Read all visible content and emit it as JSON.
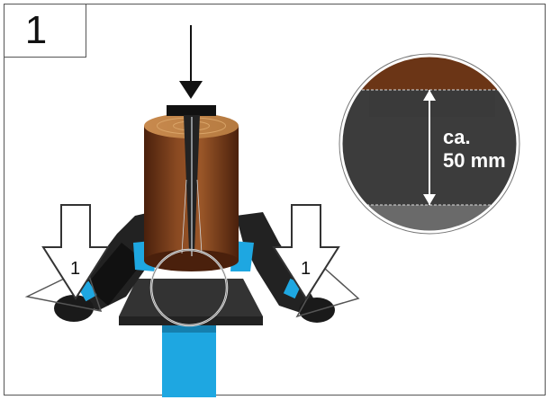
{
  "step": {
    "number": "1"
  },
  "left_arrow": {
    "label": "1"
  },
  "right_arrow": {
    "label": "1"
  },
  "zoom": {
    "label_line1": "ca.",
    "label_line2": "50 mm"
  },
  "colors": {
    "wood_dark": "#5b2a12",
    "wood_mid": "#8a4a22",
    "wood_light": "#a85f30",
    "machine_dark": "#3a3a3a",
    "machine_black": "#111111",
    "accent_blue": "#1ea7e1"
  }
}
